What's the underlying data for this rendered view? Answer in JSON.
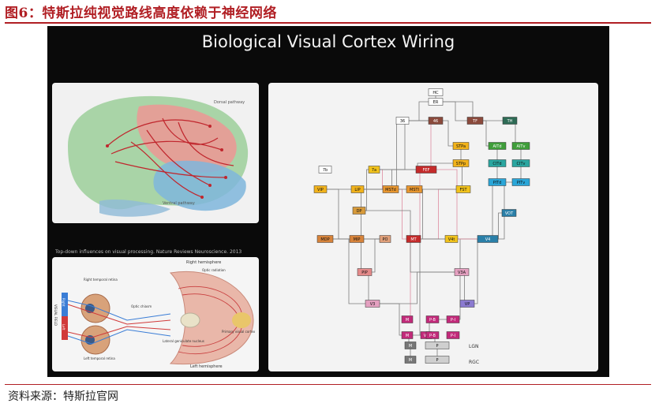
{
  "figure": {
    "title": "图6：特斯拉纯视觉路线高度依赖于神经网络",
    "source": "资料来源：特斯拉官网"
  },
  "slide": {
    "title": "Biological Visual Cortex Wiring",
    "caption": "Top-down influences on visual processing. Nature Reviews Neuroscience. 2013",
    "brain_panel": {
      "dorsal_label": "Dorsal pathway",
      "ventral_label": "Ventral pathway"
    },
    "visual_pathway_panel": {
      "right_hemisphere": "Right hemisphere",
      "left_hemisphere": "Left hemisphere",
      "optic_radiation": "Optic radiation",
      "right_temporal_retina": "Right temporal retina",
      "left_temporal_retina": "Left temporal retina",
      "primary_visual_cortex": "Primary visual cortex",
      "lateral_geniculate": "Lateral geniculate nucleus",
      "optic_chiasm": "Optic chiasm",
      "field_label": "VISUAL FIELD",
      "left_label": "Left",
      "right_label": "Right"
    },
    "wiring_diagram": {
      "nodes": [
        {
          "id": "hc",
          "label": "HC",
          "color": "#ffffff"
        },
        {
          "id": "er",
          "label": "ER",
          "color": "#ffffff"
        },
        {
          "id": "36",
          "label": "36",
          "color": "#ffffff"
        },
        {
          "id": "46",
          "label": "46",
          "color": "#8b4a3c"
        },
        {
          "id": "tf",
          "label": "TF",
          "color": "#8b4a3c"
        },
        {
          "id": "th",
          "label": "TH",
          "color": "#2e6b55"
        },
        {
          "id": "stpa",
          "label": "STPa",
          "color": "#f1b21b"
        },
        {
          "id": "stpp",
          "label": "STPp",
          "color": "#f1b21b"
        },
        {
          "id": "aitd",
          "label": "AITd",
          "color": "#3f9e3a"
        },
        {
          "id": "aitv",
          "label": "AITv",
          "color": "#3f9e3a"
        },
        {
          "id": "citd",
          "label": "CITd",
          "color": "#2aa6a0"
        },
        {
          "id": "citv",
          "label": "CITv",
          "color": "#2aa6a0"
        },
        {
          "id": "pitd",
          "label": "PITd",
          "color": "#2aa6d8"
        },
        {
          "id": "pitv",
          "label": "PITv",
          "color": "#2aa6d8"
        },
        {
          "id": "tf2",
          "label": "7b",
          "color": "#ffffff"
        },
        {
          "id": "7a",
          "label": "7a",
          "color": "#f1c21b"
        },
        {
          "id": "fef",
          "label": "FEF",
          "color": "#c42a2a"
        },
        {
          "id": "vip",
          "label": "VIP",
          "color": "#f1b21b"
        },
        {
          "id": "lip",
          "label": "LIP",
          "color": "#f1b21b"
        },
        {
          "id": "mstd",
          "label": "MSTd",
          "color": "#e8962f"
        },
        {
          "id": "msti",
          "label": "MSTl",
          "color": "#e8962f"
        },
        {
          "id": "fst",
          "label": "FST",
          "color": "#f1c21b"
        },
        {
          "id": "vot",
          "label": "VOT",
          "color": "#2a7fa8"
        },
        {
          "id": "dp",
          "label": "DP",
          "color": "#d79a3a"
        },
        {
          "id": "mdp",
          "label": "MDP",
          "color": "#d7833a"
        },
        {
          "id": "mip",
          "label": "MIP",
          "color": "#d7833a"
        },
        {
          "id": "po",
          "label": "PO",
          "color": "#e0a07a"
        },
        {
          "id": "mt",
          "label": "MT",
          "color": "#c42a2a"
        },
        {
          "id": "v4t",
          "label": "V4t",
          "color": "#f1c21b"
        },
        {
          "id": "v4",
          "label": "V4",
          "color": "#2a7fa8"
        },
        {
          "id": "pip",
          "label": "PIP",
          "color": "#e48a8a"
        },
        {
          "id": "v3a",
          "label": "V3A",
          "color": "#e4a0c0"
        },
        {
          "id": "v3",
          "label": "V3",
          "color": "#e4a0c0"
        },
        {
          "id": "vp",
          "label": "VP",
          "color": "#8b7ad0"
        },
        {
          "id": "v2m",
          "label": "M",
          "color": "#c22a7a"
        },
        {
          "id": "v2p",
          "label": "P-B",
          "color": "#c22a7a"
        },
        {
          "id": "v2pi",
          "label": "P-I",
          "color": "#c22a7a"
        },
        {
          "id": "v1m",
          "label": "M",
          "color": "#c22a7a"
        },
        {
          "id": "v1",
          "label": "V1",
          "color": "#c22a7a"
        },
        {
          "id": "v1pb",
          "label": "P-B",
          "color": "#c22a7a"
        },
        {
          "id": "v1pi",
          "label": "P-I",
          "color": "#c22a7a"
        },
        {
          "id": "lgnm",
          "label": "M",
          "color": "#777777"
        },
        {
          "id": "lgnp",
          "label": "P",
          "color": "#cfcfcf"
        },
        {
          "id": "rgcm",
          "label": "M",
          "color": "#777777"
        },
        {
          "id": "rgcp",
          "label": "P",
          "color": "#cfcfcf"
        }
      ],
      "side_labels": {
        "lgn": "LGN",
        "rgc": "RGC"
      }
    },
    "colors": {
      "background": "#0a0a0a",
      "accent_red": "#b11f24"
    }
  }
}
